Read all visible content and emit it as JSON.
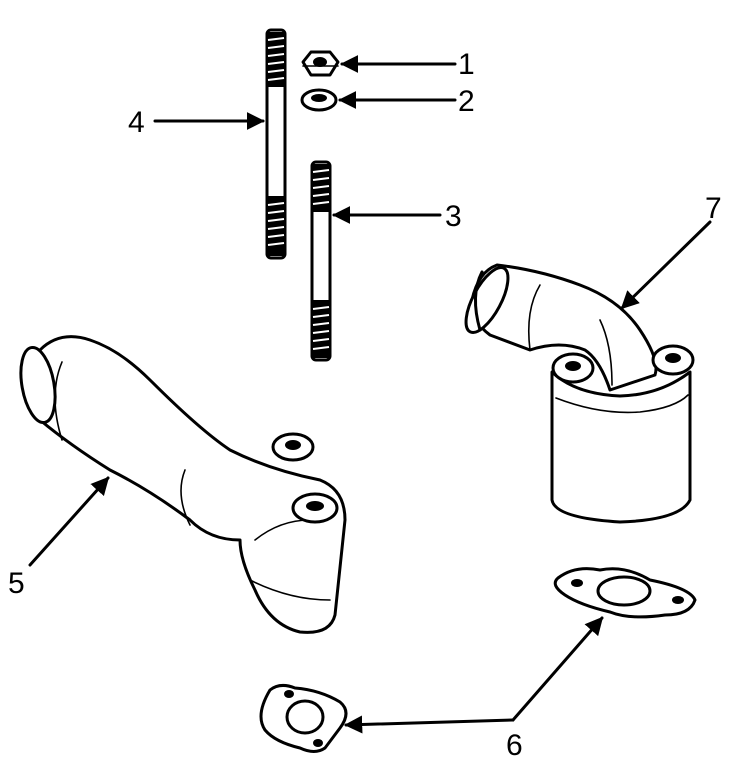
{
  "diagram": {
    "callouts": [
      {
        "id": "nut",
        "number": "1"
      },
      {
        "id": "washer",
        "number": "2"
      },
      {
        "id": "short-stud",
        "number": "3"
      },
      {
        "id": "long-stud",
        "number": "4"
      },
      {
        "id": "exhaust-elbow-long",
        "number": "5"
      },
      {
        "id": "gasket",
        "number": "6"
      },
      {
        "id": "exhaust-elbow-short",
        "number": "7"
      }
    ]
  }
}
